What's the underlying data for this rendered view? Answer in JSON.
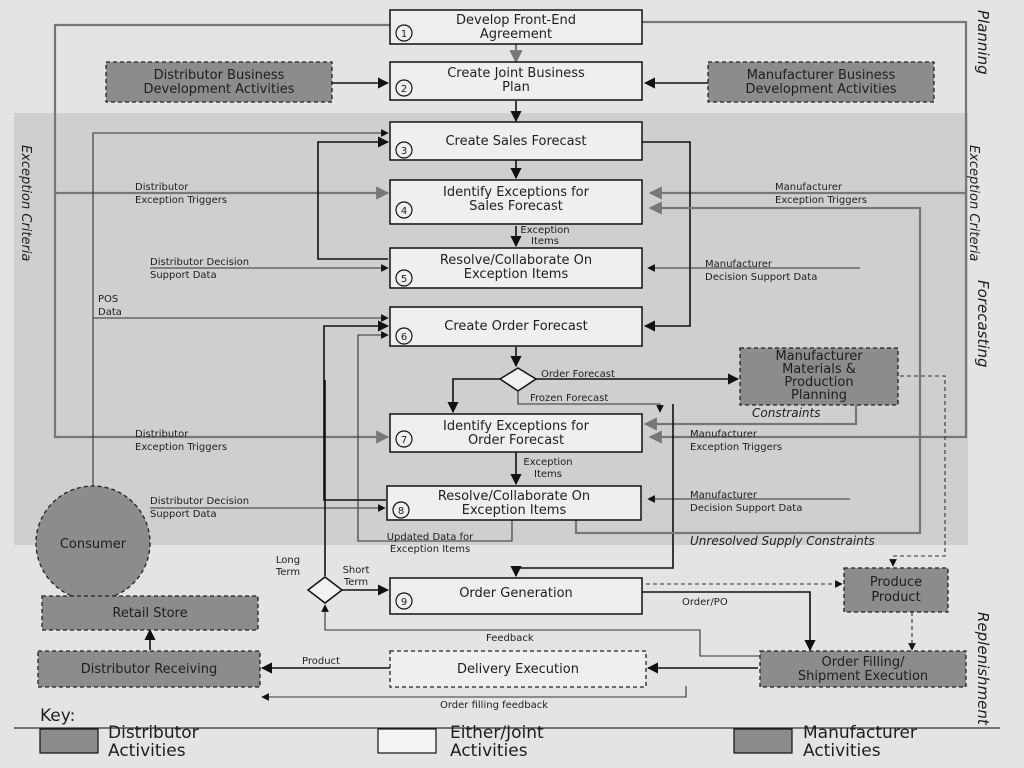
{
  "sections": {
    "planning": "Planning",
    "forecasting": "Forecasting",
    "replenishment": "Replenishment",
    "exception_left": "Exception Criteria",
    "exception_right": "Exception Criteria"
  },
  "steps": {
    "s1": {
      "num": "1",
      "line1": "Develop Front-End",
      "line2": "Agreement"
    },
    "s2": {
      "num": "2",
      "line1": "Create Joint Business",
      "line2": "Plan"
    },
    "s3": {
      "num": "3",
      "line1": "Create Sales Forecast"
    },
    "s4": {
      "num": "4",
      "line1": "Identify Exceptions for",
      "line2": "Sales Forecast"
    },
    "s5": {
      "num": "5",
      "line1": "Resolve/Collaborate On",
      "line2": "Exception Items"
    },
    "s6": {
      "num": "6",
      "line1": "Create Order Forecast"
    },
    "s7": {
      "num": "7",
      "line1": "Identify Exceptions for",
      "line2": "Order Forecast"
    },
    "s8": {
      "num": "8",
      "line1": "Resolve/Collaborate On",
      "line2": "Exception Items"
    },
    "s9": {
      "num": "9",
      "line1": "Order Generation"
    }
  },
  "activities": {
    "dist_bd": {
      "line1": "Distributor Business",
      "line2": "Development Activities"
    },
    "mfr_bd": {
      "line1": "Manufacturer Business",
      "line2": "Development Activities"
    },
    "mfr_mpp": {
      "line1": "Manufacturer",
      "line2": "Materials &",
      "line3": "Production",
      "line4": "Planning"
    },
    "produce": {
      "line1": "Produce",
      "line2": "Product"
    },
    "consumer": "Consumer",
    "retail": "Retail Store",
    "dist_receiving": "Distributor Receiving",
    "delivery": "Delivery Execution",
    "order_filling": {
      "line1": "Order Filling/",
      "line2": "Shipment Execution"
    }
  },
  "labels": {
    "dist_triggers_1": {
      "line1": "Distributor",
      "line2": "Exception Triggers"
    },
    "mfr_triggers_1": {
      "line1": "Manufacturer",
      "line2": "Exception Triggers"
    },
    "exception_items_1": {
      "line1": "Exception",
      "line2": "Items"
    },
    "dist_decision_1": {
      "line1": "Distributor Decision",
      "line2": "Support Data"
    },
    "mfr_decision_1": {
      "line1": "Manufacturer",
      "line2": "Decision Support Data"
    },
    "pos": {
      "line1": "POS",
      "line2": "Data"
    },
    "order_forecast": "Order Forecast",
    "frozen_forecast": "Frozen Forecast",
    "constraints": "Constraints",
    "dist_triggers_2": {
      "line1": "Distributor",
      "line2": "Exception Triggers"
    },
    "mfr_triggers_2": {
      "line1": "Manufacturer",
      "line2": "Exception Triggers"
    },
    "exception_items_2": {
      "line1": "Exception",
      "line2": "Items"
    },
    "dist_decision_2": {
      "line1": "Distributor Decision",
      "line2": "Support Data"
    },
    "mfr_decision_2": {
      "line1": "Manufacturer",
      "line2": "Decision Support Data"
    },
    "updated_data": {
      "line1": "Updated Data for",
      "line2": "Exception Items"
    },
    "unresolved": "Unresolved Supply Constraints",
    "long_term": {
      "line1": "Long",
      "line2": "Term"
    },
    "short_term": {
      "line1": "Short",
      "line2": "Term"
    },
    "order_po": "Order/PO",
    "feedback": "Feedback",
    "product": "Product",
    "order_filling_feedback": "Order filling feedback"
  },
  "key": {
    "title": "Key:",
    "distributor": {
      "line1": "Distributor",
      "line2": "Activities"
    },
    "joint": {
      "line1": "Either/Joint",
      "line2": "Activities"
    },
    "manufacturer": {
      "line1": "Manufacturer",
      "line2": "Activities"
    }
  },
  "colors": {
    "background": "#e4e4e4",
    "band": "#cfcfcf",
    "dark_box": "#8c8c8c",
    "light_box": "#eeeeee"
  }
}
